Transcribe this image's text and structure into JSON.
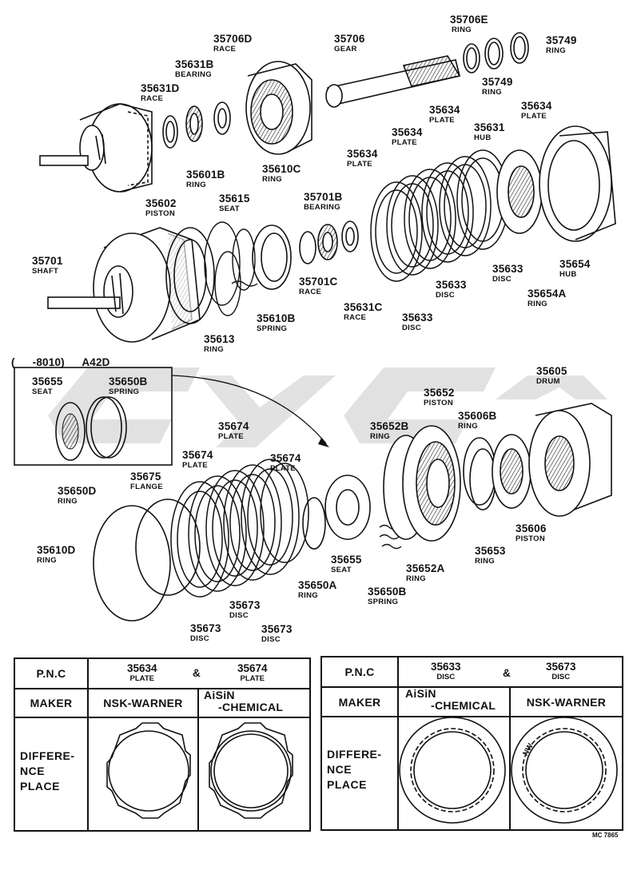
{
  "figure_code": "MC 7865",
  "watermark": "cyc",
  "variant_note": "( -8010) A42D",
  "parts": {
    "p35706E": {
      "num": "35706E",
      "name": "RING"
    },
    "p35749a": {
      "num": "35749",
      "name": "RING"
    },
    "p35749b": {
      "num": "35749",
      "name": "RING"
    },
    "p35706": {
      "num": "35706",
      "name": "GEAR"
    },
    "p35706D": {
      "num": "35706D",
      "name": "RACE"
    },
    "p35631B": {
      "num": "35631B",
      "name": "BEARING"
    },
    "p35631D": {
      "num": "35631D",
      "name": "RACE"
    },
    "p35634a": {
      "num": "35634",
      "name": "PLATE"
    },
    "p35634b": {
      "num": "35634",
      "name": "PLATE"
    },
    "p35634c": {
      "num": "35634",
      "name": "PLATE"
    },
    "p35634d": {
      "num": "35634",
      "name": "PLATE"
    },
    "p35631": {
      "num": "35631",
      "name": "HUB"
    },
    "p35601B": {
      "num": "35601B",
      "name": "RING"
    },
    "p35610C": {
      "num": "35610C",
      "name": "RING"
    },
    "p35602": {
      "num": "35602",
      "name": "PISTON"
    },
    "p35615": {
      "num": "35615",
      "name": "SEAT"
    },
    "p35701B": {
      "num": "35701B",
      "name": "BEARING"
    },
    "p35701": {
      "num": "35701",
      "name": "SHAFT"
    },
    "p35701C": {
      "num": "35701C",
      "name": "RACE"
    },
    "p35633a": {
      "num": "35633",
      "name": "DISC"
    },
    "p35633b": {
      "num": "35633",
      "name": "DISC"
    },
    "p35633c": {
      "num": "35633",
      "name": "DISC"
    },
    "p35654": {
      "num": "35654",
      "name": "HUB"
    },
    "p35654A": {
      "num": "35654A",
      "name": "RING"
    },
    "p35610B": {
      "num": "35610B",
      "name": "SPRING"
    },
    "p35631C": {
      "num": "35631C",
      "name": "RACE"
    },
    "p35613": {
      "num": "35613",
      "name": "RING"
    },
    "p35655a": {
      "num": "35655",
      "name": "SEAT"
    },
    "p35650Ba": {
      "num": "35650B",
      "name": "SPRING"
    },
    "p35605": {
      "num": "35605",
      "name": "DRUM"
    },
    "p35652": {
      "num": "35652",
      "name": "PISTON"
    },
    "p35652B": {
      "num": "35652B",
      "name": "RING"
    },
    "p35606B": {
      "num": "35606B",
      "name": "RING"
    },
    "p35674a": {
      "num": "35674",
      "name": "PLATE"
    },
    "p35674b": {
      "num": "35674",
      "name": "PLATE"
    },
    "p35674c": {
      "num": "35674",
      "name": "PLATE"
    },
    "p35675": {
      "num": "35675",
      "name": "FLANGE"
    },
    "p35650D": {
      "num": "35650D",
      "name": "RING"
    },
    "p35610D": {
      "num": "35610D",
      "name": "RING"
    },
    "p35655b": {
      "num": "35655",
      "name": "SEAT"
    },
    "p35606": {
      "num": "35606",
      "name": "PISTON"
    },
    "p35653": {
      "num": "35653",
      "name": "RING"
    },
    "p35652A": {
      "num": "35652A",
      "name": "RING"
    },
    "p35650A": {
      "num": "35650A",
      "name": "RING"
    },
    "p35650Bb": {
      "num": "35650B",
      "name": "SPRING"
    },
    "p35673a": {
      "num": "35673",
      "name": "DISC"
    },
    "p35673b": {
      "num": "35673",
      "name": "DISC"
    },
    "p35673c": {
      "num": "35673",
      "name": "DISC"
    }
  },
  "table_left": {
    "pnc_label": "P.N.C",
    "amp": "&",
    "part1": {
      "num": "35634",
      "name": "PLATE"
    },
    "part2": {
      "num": "35674",
      "name": "PLATE"
    },
    "maker_label": "MAKER",
    "maker1": "NSK-WARNER",
    "maker2_l1": "AiSiN",
    "maker2_l2": "-CHEMICAL",
    "diff_l1": "DIFFERE-",
    "diff_l2": "NCE",
    "diff_l3": "PLACE"
  },
  "table_right": {
    "pnc_label": "P.N.C",
    "amp": "&",
    "part1": {
      "num": "35633",
      "name": "DISC"
    },
    "part2": {
      "num": "35673",
      "name": "DISC"
    },
    "maker_label": "MAKER",
    "maker1_l1": "AiSiN",
    "maker1_l2": "-CHEMICAL",
    "maker2": "NSK-WARNER",
    "diff_l1": "DIFFERE-",
    "diff_l2": "NCE",
    "diff_l3": "PLACE",
    "disc_stamp": "NW"
  }
}
